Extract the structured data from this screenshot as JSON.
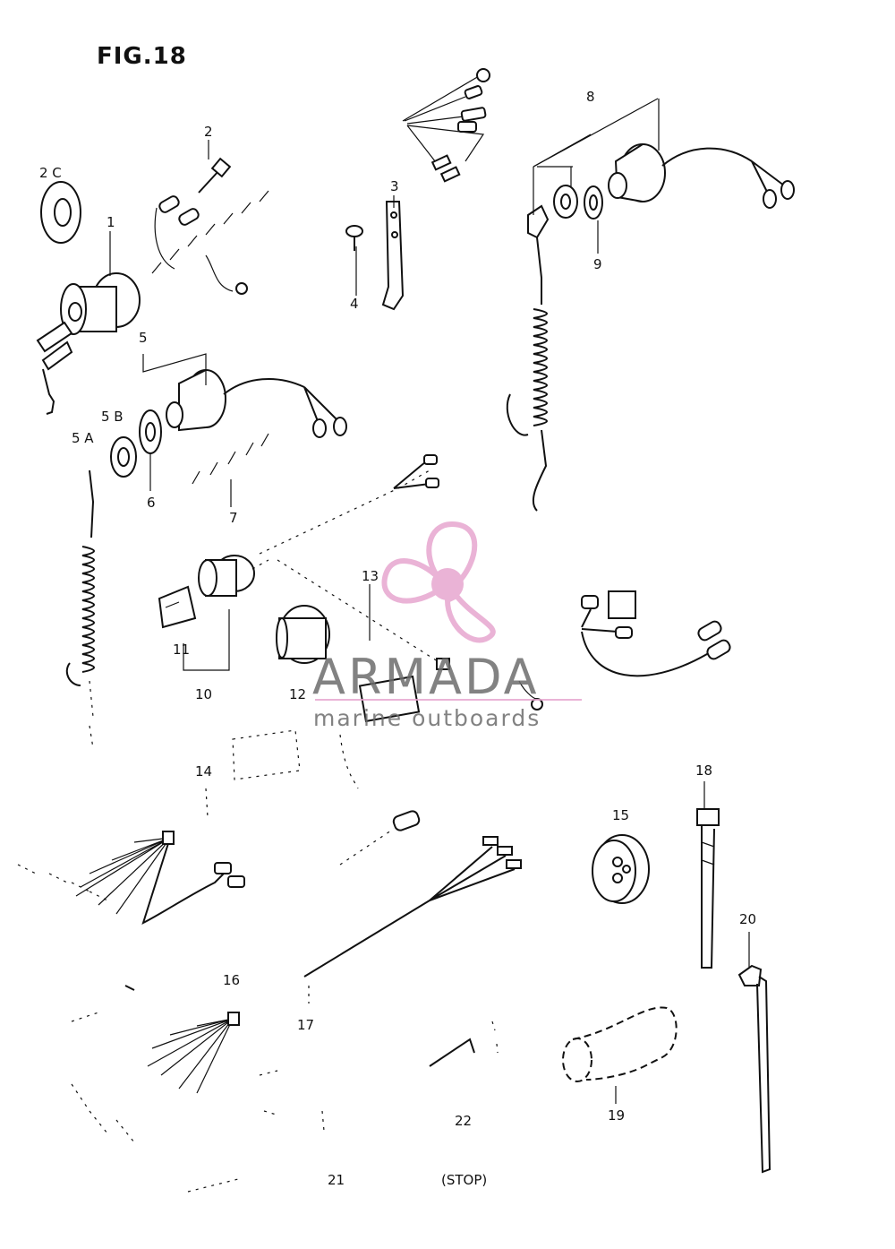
{
  "figure_title": "FIG.18",
  "labels": {
    "l1": "1",
    "l2": "2",
    "l2c": "2 C",
    "l3": "3",
    "l4": "4",
    "l5": "5",
    "l5a": "5 A",
    "l5b": "5 B",
    "l6": "6",
    "l7": "7",
    "l8": "8",
    "l9": "9",
    "l10": "10",
    "l11": "11",
    "l12": "12",
    "l13": "13",
    "l14": "14",
    "l15": "15",
    "l16": "16",
    "l17": "17",
    "l18": "18",
    "l19": "19",
    "l20": "20",
    "l21": "21",
    "l22": "22",
    "stop": "(STOP)"
  },
  "watermark": {
    "brand": "ARMADA",
    "tagline": "marine outboards",
    "color": "#e7a6cf",
    "accent": "#e7a6cf"
  }
}
